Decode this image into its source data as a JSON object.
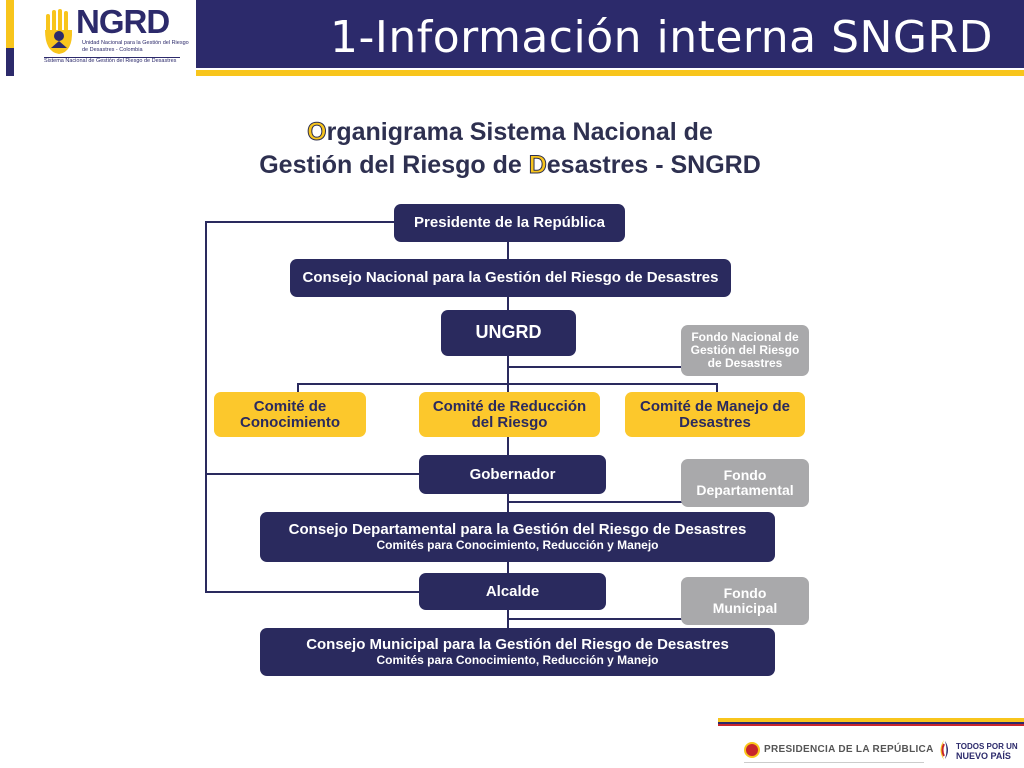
{
  "header": {
    "title": "1-Información interna SNGRD",
    "logo": {
      "name": "NGRD",
      "subtitle": "Unidad Nacional para la Gestión del Riesgo de Desastres - Colombia",
      "bottom": "Sistema Nacional de Gestión del Riesgo de Desastres"
    },
    "colors": {
      "navy": "#2c2a6b",
      "yellow": "#f8c51c"
    }
  },
  "diagram": {
    "title_line1_first": "O",
    "title_line1_rest": "rganigrama Sistema Nacional de",
    "title_line2_a": "Gestión del Riesgo de ",
    "title_line2_d": "D",
    "title_line2_b": "esastres -  SNGRD",
    "nodes": {
      "presidente": "Presidente de la República",
      "consejo_nacional": "Consejo Nacional para la Gestión del Riesgo de Desastres",
      "ungrd": "UNGRD",
      "fondo_nacional": "Fondo Nacional de Gestión del Riesgo de Desastres",
      "comite_conocimiento": "Comité de Conocimiento",
      "comite_reduccion": "Comité de Reducción del Riesgo",
      "comite_manejo": "Comité de Manejo de Desastres",
      "gobernador": "Gobernador",
      "fondo_departamental": "Fondo Departamental",
      "consejo_departamental": "Consejo Departamental para la Gestión del Riesgo de Desastres",
      "consejo_departamental_sub": "Comités para Conocimiento, Reducción y Manejo",
      "alcalde": "Alcalde",
      "fondo_municipal": "Fondo Municipal",
      "consejo_municipal": "Consejo Municipal para la Gestión del Riesgo de Desastres",
      "consejo_municipal_sub": "Comités para Conocimiento, Reducción y Manejo"
    },
    "colors": {
      "navy_box": "#2a2a5e",
      "yellow_box": "#fcc82c",
      "gray_box": "#a9a9ab"
    }
  },
  "footer": {
    "presidencia": "PRESIDENCIA DE LA REPÚBLICA",
    "np_line1": "TODOS POR UN",
    "np_line2": "NUEVO PAÍS"
  }
}
